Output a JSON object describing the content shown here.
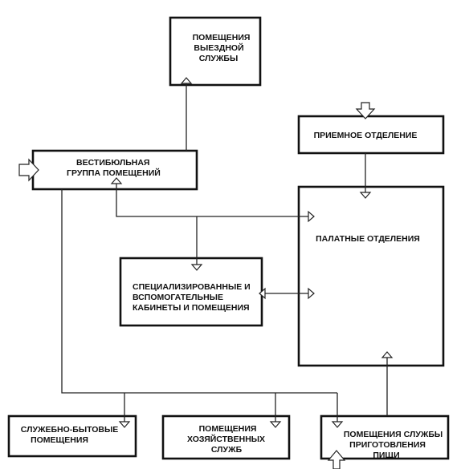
{
  "nodes": {
    "field_service": [
      "ПОМЕЩЕНИЯ",
      "ВЫЕЗДНОЙ",
      "СЛУЖБЫ"
    ],
    "admission": [
      "ПРИЕМНОЕ ОТДЕЛЕНИЕ"
    ],
    "vestibule": [
      "ВЕСТИБЮЛЬНАЯ",
      "ГРУППА ПОМЕЩЕНИЙ"
    ],
    "wards": [
      "ПАЛАТНЫЕ ОТДЕЛЕНИЯ"
    ],
    "specialized": [
      "СПЕЦИАЛИЗИРОВАННЫЕ И",
      "ВСПОМОГАТЕЛЬНЫЕ",
      "КАБИНЕТЫ И ПОМЕЩЕНИЯ"
    ],
    "staff": [
      "СЛУЖЕБНО-БЫТОВЫЕ",
      "ПОМЕЩЕНИЯ"
    ],
    "household": [
      "ПОМЕЩЕНИЯ",
      "ХОЗЯЙСТВЕННЫХ",
      "СЛУЖБ"
    ],
    "catering": [
      "ПОМЕЩЕНИЯ СЛУЖБЫ",
      "ПРИГОТОВЛЕНИЯ",
      "ПИЩИ"
    ]
  }
}
